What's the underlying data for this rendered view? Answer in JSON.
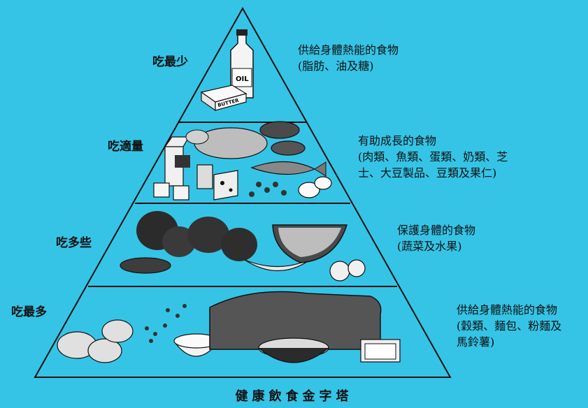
{
  "title": "健康飲食金字塔",
  "levels": [
    {
      "label": "吃最少",
      "description": [
        "供給身體熱能的食物",
        "(脂肪、油及糖)"
      ],
      "packaging_text": [
        "OIL",
        "BUTTER"
      ]
    },
    {
      "label": "吃適量",
      "description": [
        "有助成長的食物",
        "(肉類、魚類、蛋類、奶類、芝",
        "士、大豆製品、豆類及果仁)"
      ]
    },
    {
      "label": "吃多些",
      "description": [
        "保護身體的食物",
        "(蔬菜及水果)"
      ]
    },
    {
      "label": "吃最多",
      "description": [
        "供給身體熱能的食物",
        "(穀類、麵包、粉麵及",
        "馬鈴薯)"
      ]
    }
  ],
  "colors": {
    "background": "#35c4e6",
    "ink": "#111111"
  }
}
